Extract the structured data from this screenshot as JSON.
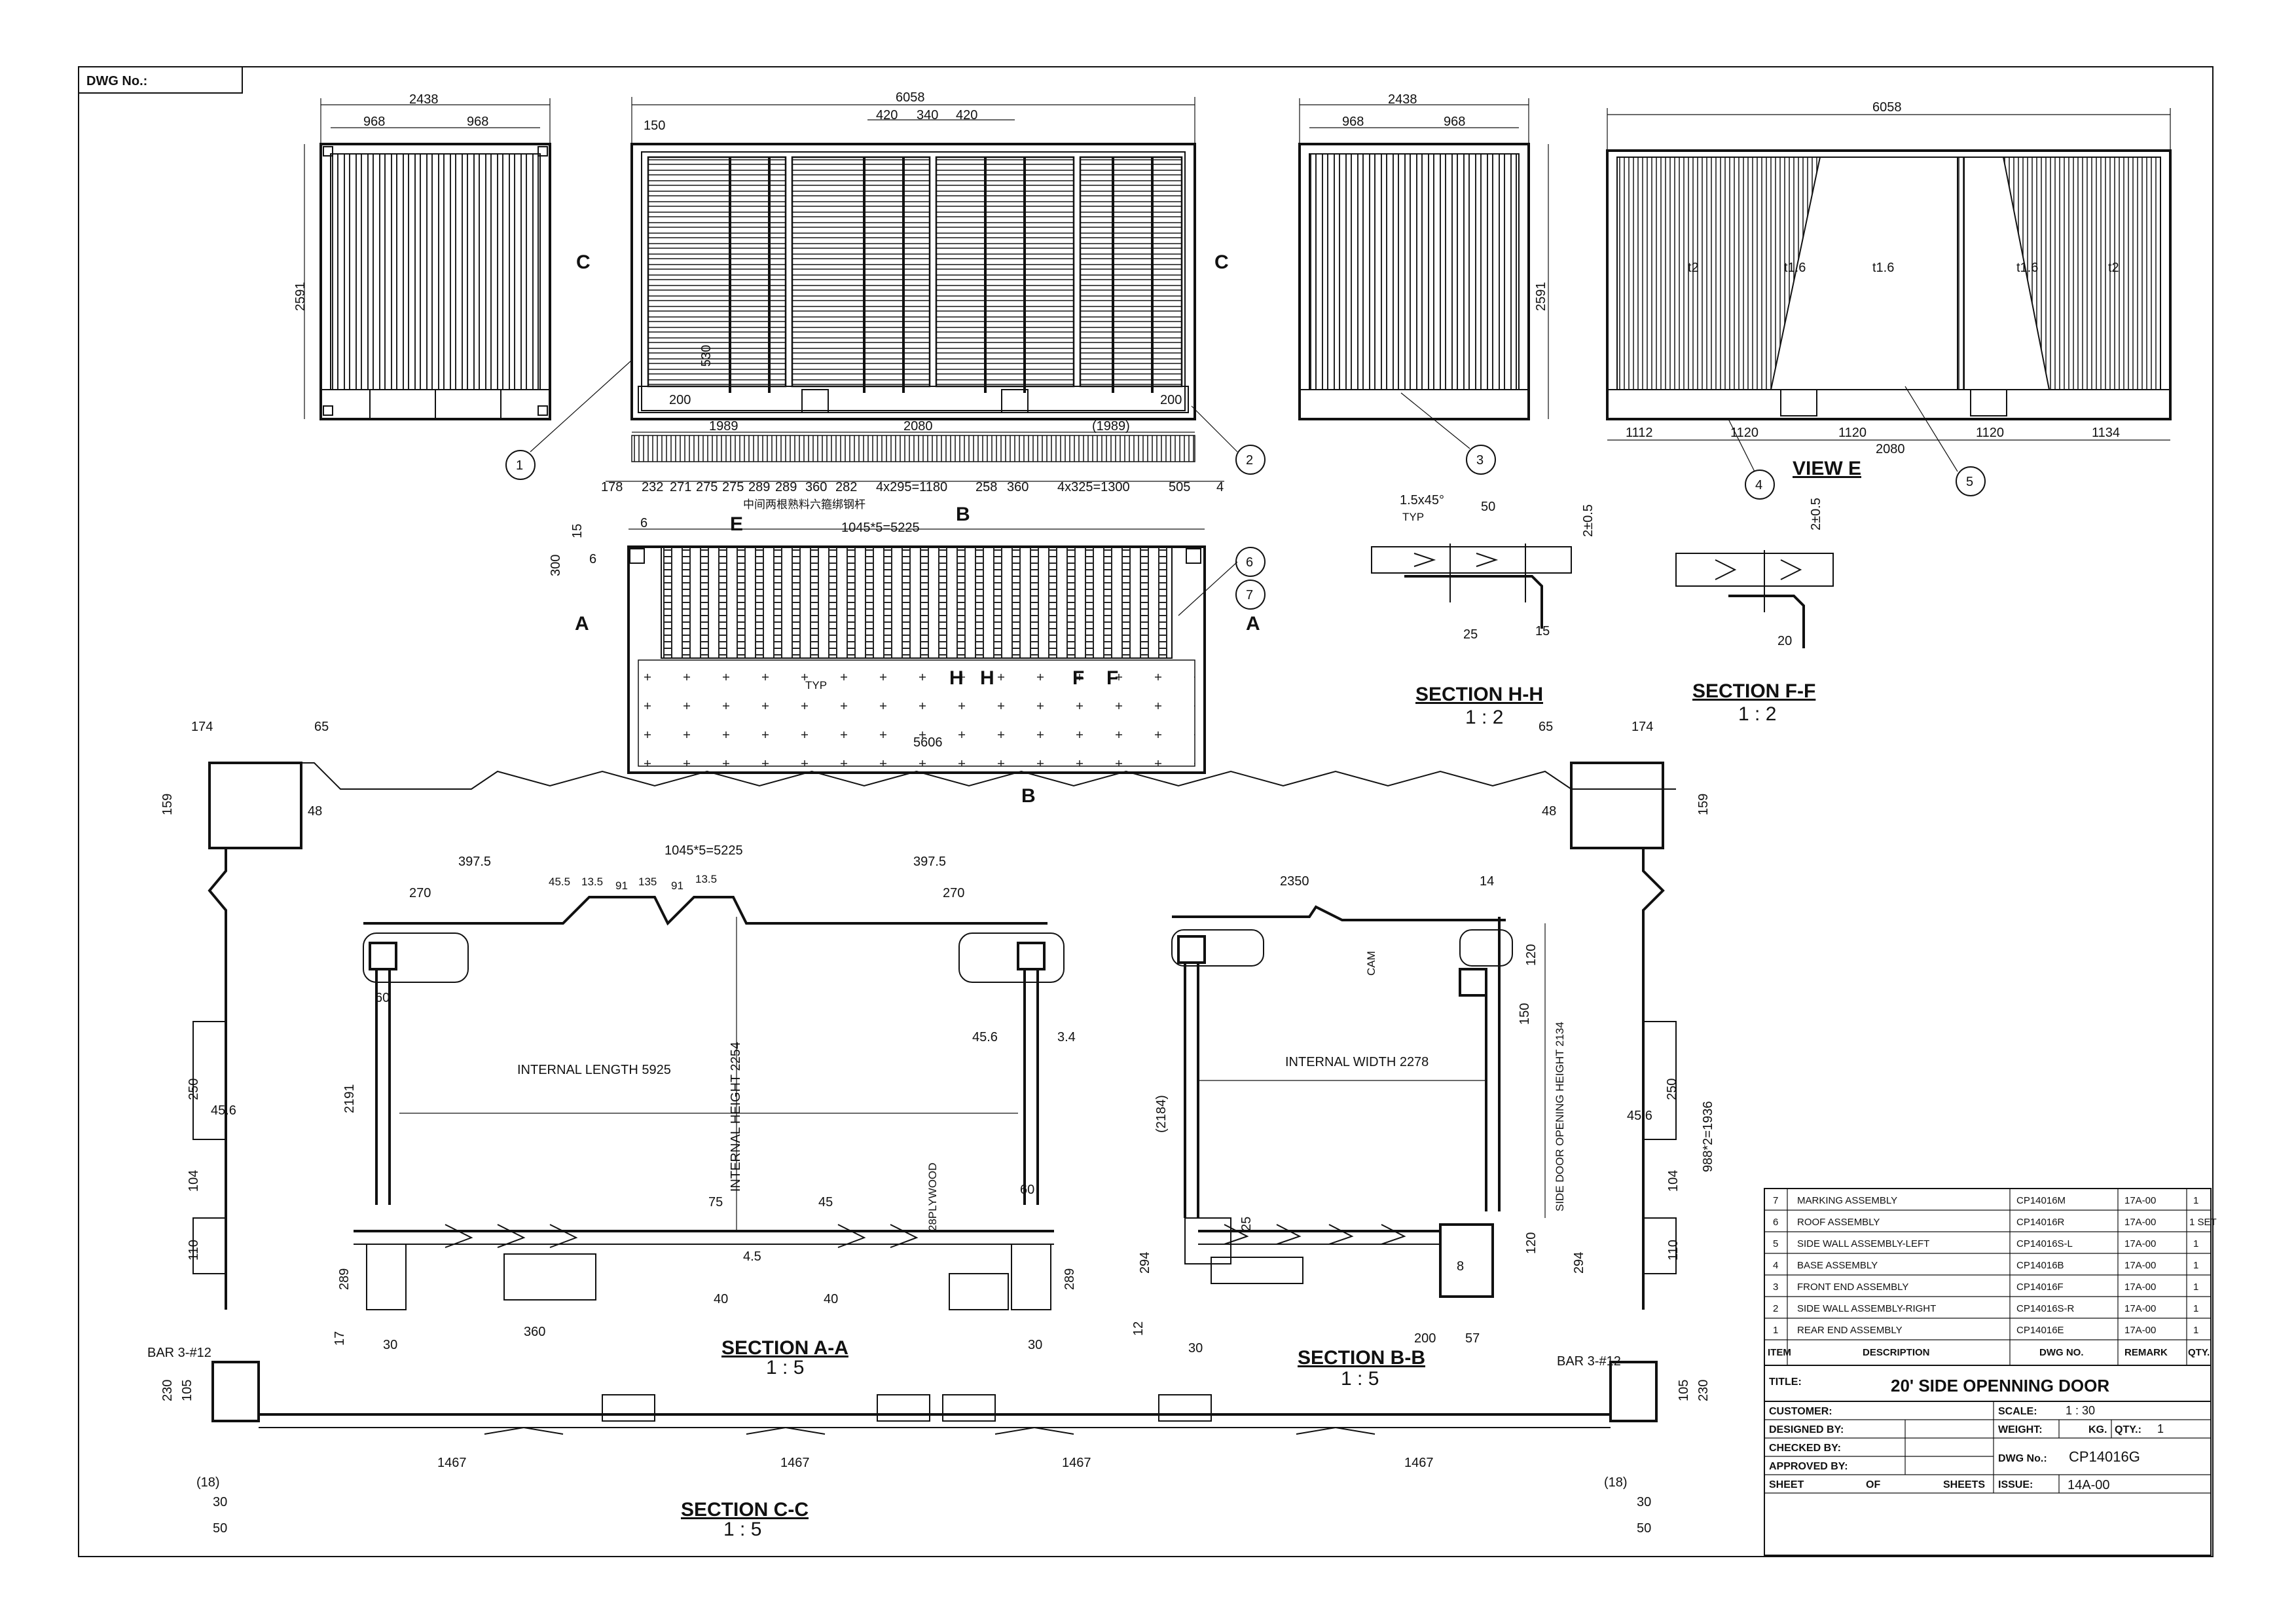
{
  "header": {
    "dwg_no_label": "DWG No.:"
  },
  "views": {
    "front_end": {
      "width": "2438",
      "half_left": "968",
      "half_right": "968",
      "height": "2591",
      "marker": "C"
    },
    "side_view": {
      "length": "6058",
      "d150": "150",
      "d420a": "420",
      "d340": "340",
      "d420b": "420",
      "d530": "530",
      "d200a": "200",
      "d200b": "200",
      "seg1": "1989",
      "seg2": "2080",
      "seg3": "(1989)",
      "marker": "C"
    },
    "rear_end": {
      "width": "2438",
      "half_left": "968",
      "half_right": "968",
      "height": "2591"
    },
    "view_e": {
      "length": "6058",
      "t_left": "t2",
      "t_mid_left": "t1.6",
      "t_center": "t1.6",
      "t_mid_right": "t1.6",
      "t_right": "t2",
      "d1": "1112",
      "d2": "1120",
      "d3": "1120",
      "d4": "1120",
      "d5": "1134",
      "d6": "2080",
      "title": "VIEW E"
    },
    "roof": {
      "pitch": "1045*5=5225",
      "d300": "300",
      "d15": "15",
      "d6a": "6",
      "d6b": "6",
      "typ": "TYP",
      "d5606": "5606",
      "marker_a_left": "A",
      "marker_a_right": "A",
      "marker_b": "B",
      "marker_e": "E",
      "marker_h": "H",
      "marker_f": "F"
    },
    "bottom_dims": [
      "178",
      "232",
      "271",
      "275",
      "275",
      "289",
      "289",
      "360",
      "282",
      "4x295=1180",
      "258",
      "360",
      "4x325=1300",
      "505",
      "4"
    ],
    "chinese_note": "中间两根熟料六箍绑钢杆"
  },
  "callouts": [
    "1",
    "2",
    "3",
    "4",
    "5",
    "6",
    "7"
  ],
  "sections": {
    "hh": {
      "title": "SECTION H-H",
      "scale": "1 : 2",
      "chamfer": "1.5x45°",
      "typ": "TYP",
      "d50": "50",
      "d2": "2±0.5",
      "d25": "25",
      "d15": "15"
    },
    "ff": {
      "title": "SECTION F-F",
      "scale": "1 : 2",
      "d2": "2±0.5",
      "d20": "20"
    },
    "aa": {
      "title": "SECTION A-A",
      "scale": "1 : 5",
      "pitch": "1045*5=5225",
      "d397a": "397.5",
      "d397b": "397.5",
      "d270a": "270",
      "d270b": "270",
      "d45_5": "45.5",
      "d13_5a": "13.5",
      "d91a": "91",
      "d135": "135",
      "d91b": "91",
      "d13_5b": "13.5",
      "internal_length": "INTERNAL LENGTH 5925",
      "internal_height": "INTERNAL HEIGHT 2254",
      "plywood": "28PLYWOOD",
      "d2191": "2191",
      "d45_6": "45.6",
      "d3_4": "3.4",
      "d60a": "60",
      "d60b": "60",
      "d289a": "289",
      "d289b": "289",
      "d75": "75",
      "d45": "45",
      "d380": "360",
      "d4_5": "4.5",
      "d30a": "30",
      "d30b": "30",
      "d17": "17",
      "d40a": "40",
      "d40b": "40"
    },
    "bb": {
      "title": "SECTION B-B",
      "scale": "1 : 5",
      "d2350": "2350",
      "internal_width": "INTERNAL WIDTH 2278",
      "door_height": "SIDE DOOR OPENING HEIGHT 2134",
      "cam": "CAM",
      "d2184": "(2184)",
      "d120a": "120",
      "d150": "150",
      "d120b": "120",
      "d294a": "294",
      "d294b": "294",
      "d200": "200",
      "d57": "57",
      "d14": "14",
      "d30": "30",
      "d12": "12",
      "d25": "25",
      "d8": "8"
    },
    "cc": {
      "title": "SECTION C-C",
      "scale": "1 : 5",
      "bar_left": "BAR 3-#12",
      "bar_right": "BAR 3-#12",
      "d174a": "174",
      "d65a": "65",
      "d174b": "174",
      "d65b": "65",
      "d159a": "159",
      "d159b": "159",
      "d48a": "48",
      "d48b": "48",
      "d250a": "250",
      "d250b": "250",
      "d45_6a": "45.6",
      "d45_6b": "45.6",
      "d104a": "104",
      "d104b": "104",
      "d110a": "110",
      "d110b": "110",
      "d230a": "230",
      "d230b": "230",
      "d105a": "105",
      "d105b": "105",
      "d1467a": "1467",
      "d1467b": "1467",
      "d1467c": "1467",
      "d1467d": "1467",
      "d18a": "(18)",
      "d18b": "(18)",
      "d50a": "50",
      "d50b": "50",
      "d30a": "30",
      "d30b": "30",
      "pitch_side": "988*2=1936"
    }
  },
  "bom": {
    "headers": {
      "item": "ITEM",
      "description": "DESCRIPTION",
      "dwg_no": "DWG NO.",
      "remark": "REMARK",
      "qty": "QTY."
    },
    "rows": [
      {
        "item": "7",
        "description": "MARKING ASSEMBLY",
        "dwg_no": "CP14016M",
        "remark": "17A-00",
        "qty": "1"
      },
      {
        "item": "6",
        "description": "ROOF ASSEMBLY",
        "dwg_no": "CP14016R",
        "remark": "17A-00",
        "qty": "1 SET"
      },
      {
        "item": "5",
        "description": "SIDE WALL ASSEMBLY-LEFT",
        "dwg_no": "CP14016S-L",
        "remark": "17A-00",
        "qty": "1"
      },
      {
        "item": "4",
        "description": "BASE ASSEMBLY",
        "dwg_no": "CP14016B",
        "remark": "17A-00",
        "qty": "1"
      },
      {
        "item": "3",
        "description": "FRONT END ASSEMBLY",
        "dwg_no": "CP14016F",
        "remark": "17A-00",
        "qty": "1"
      },
      {
        "item": "2",
        "description": "SIDE WALL ASSEMBLY-RIGHT",
        "dwg_no": "CP14016S-R",
        "remark": "17A-00",
        "qty": "1"
      },
      {
        "item": "1",
        "description": "REAR END ASSEMBLY",
        "dwg_no": "CP14016E",
        "remark": "17A-00",
        "qty": "1"
      }
    ]
  },
  "title_block": {
    "title_label": "TITLE:",
    "title": "20' SIDE OPENNING DOOR",
    "customer_label": "CUSTOMER:",
    "designed_label": "DESIGNED BY:",
    "checked_label": "CHECKED BY:",
    "approved_label": "APPROVED BY:",
    "sheet_label": "SHEET",
    "of_label": "OF",
    "sheets_label": "SHEETS",
    "scale_label": "SCALE:",
    "scale_value": "1 : 30",
    "weight_label": "WEIGHT:",
    "kg_label": "KG.",
    "qty_label": "QTY.:",
    "qty_value": "1",
    "dwg_no_label": "DWG No.:",
    "dwg_no_value": "CP14016G",
    "issue_label": "ISSUE:",
    "issue_value": "14A-00"
  }
}
